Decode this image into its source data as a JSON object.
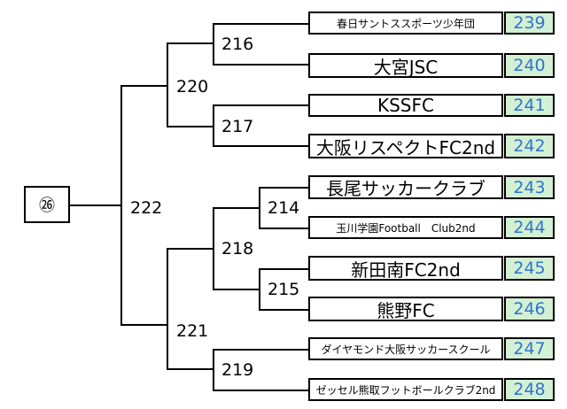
{
  "seed": "㉖",
  "matches": {
    "m214": "214",
    "m215": "215",
    "m216": "216",
    "m217": "217",
    "m218": "218",
    "m219": "219",
    "m220": "220",
    "m221": "221",
    "m222": "222"
  },
  "teams": [
    {
      "name": "春日サントススポーツ少年団",
      "number": "239"
    },
    {
      "name": "大宮JSC",
      "number": "240"
    },
    {
      "name": "KSSFC",
      "number": "241"
    },
    {
      "name": "大阪リスペクトFC2nd",
      "number": "242"
    },
    {
      "name": "長尾サッカークラブ",
      "number": "243"
    },
    {
      "name": "玉川学園Football　Club2nd",
      "number": "244"
    },
    {
      "name": "新田南FC2nd",
      "number": "245"
    },
    {
      "name": "熊野FC",
      "number": "246"
    },
    {
      "name": "ダイヤモンド大阪サッカースクール",
      "number": "247"
    },
    {
      "name": "ゼッセル熊取フットボールクラブ2nd",
      "number": "248"
    }
  ]
}
